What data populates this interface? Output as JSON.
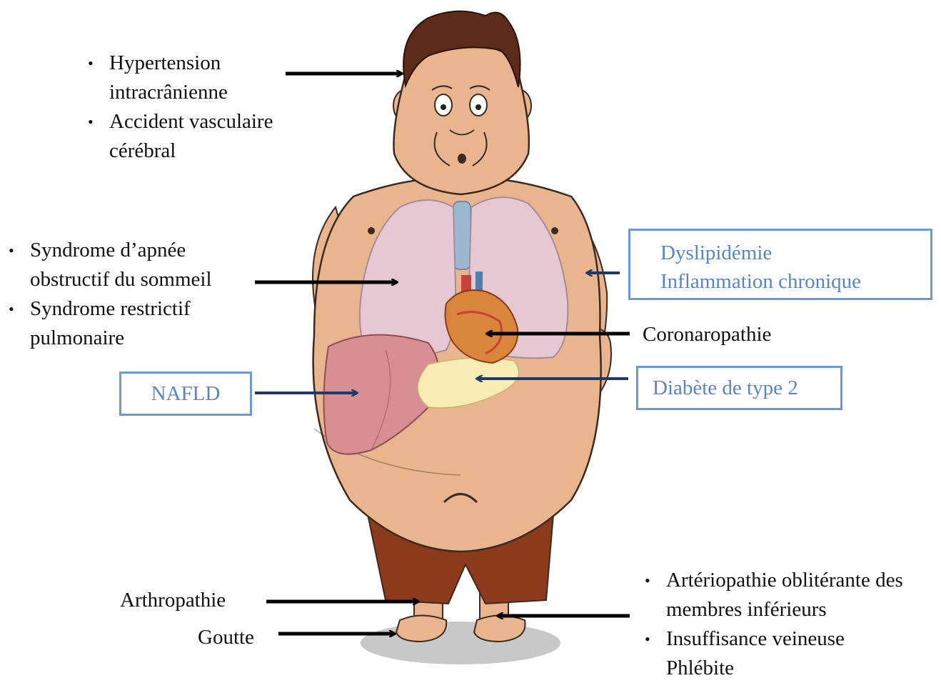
{
  "labels": {
    "head": [
      "Hypertension intracrânienne",
      "Accident vasculaire cérébral"
    ],
    "lungs": [
      "Syndrome d’apnée obstructif du sommeil",
      "Syndrome restrictif pulmonaire"
    ],
    "nafld": "NAFLD",
    "dyslipidemie": [
      "Dyslipidémie",
      "Inflammation chronique"
    ],
    "coronaro": "Coronaropathie",
    "diabete": "Diabète de type 2",
    "arthro": "Arthropathie",
    "goutte": "Goutte",
    "legs": [
      "Artériopathie oblitérante des membres inférieurs",
      "Insuffisance veineuse Phlébite"
    ]
  },
  "colors": {
    "black_arrow": "#000000",
    "navy_arrow": "#1f3a68",
    "box_border": "#6a9ad8",
    "box_text": "#5b84c4",
    "skin": "#e9b58e",
    "hair": "#5c2b1a",
    "shorts": "#8c3a1c",
    "lungs": "#e6c8d3",
    "liver": "#d88f93",
    "fat": "#f6ecb4"
  }
}
